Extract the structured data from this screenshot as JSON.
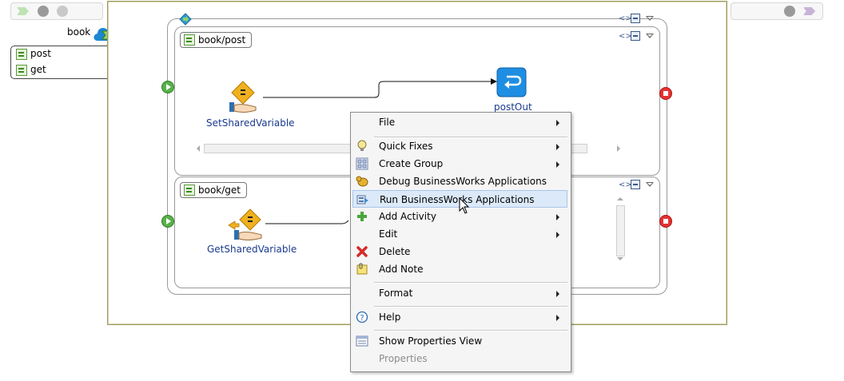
{
  "palette": {
    "left_toolbar_icons": [
      "toggle-arrow-icon",
      "info-icon",
      "cloud-icon"
    ],
    "right_toolbar_icons": [
      "info-icon",
      "toggle-arrow-icon"
    ]
  },
  "service": {
    "name": "book",
    "operations": [
      {
        "label": "post"
      },
      {
        "label": "get"
      }
    ]
  },
  "process": {
    "lanes": [
      {
        "title": "book/post",
        "activities": [
          {
            "label": "SetSharedVariable",
            "icon": "set-shared-variable-icon"
          },
          {
            "label": "postOut",
            "icon": "reply-icon"
          }
        ]
      },
      {
        "title": "book/get",
        "activities": [
          {
            "label": "GetSharedVariable",
            "icon": "get-shared-variable-icon"
          }
        ]
      }
    ]
  },
  "context_menu": {
    "groups": [
      [
        {
          "label": "File",
          "submenu": true
        }
      ],
      [
        {
          "label": "Quick Fixes",
          "submenu": true,
          "icon": "lightbulb-icon"
        },
        {
          "label": "Create Group",
          "submenu": true,
          "icon": "group-icon"
        },
        {
          "label": "Debug BusinessWorks Applications",
          "icon": "debug-icon"
        },
        {
          "label": "Run BusinessWorks Applications",
          "icon": "run-icon",
          "highlighted": true
        },
        {
          "label": "Add Activity",
          "submenu": true,
          "icon": "add-icon"
        },
        {
          "label": "Edit",
          "submenu": true
        },
        {
          "label": "Delete",
          "icon": "delete-icon"
        },
        {
          "label": "Add Note",
          "icon": "note-icon"
        }
      ],
      [
        {
          "label": "Format",
          "submenu": true
        }
      ],
      [
        {
          "label": "Help",
          "submenu": true,
          "icon": "help-icon"
        }
      ],
      [
        {
          "label": "Show Properties View",
          "icon": "properties-view-icon"
        },
        {
          "label": "Properties",
          "disabled": true
        }
      ]
    ]
  }
}
